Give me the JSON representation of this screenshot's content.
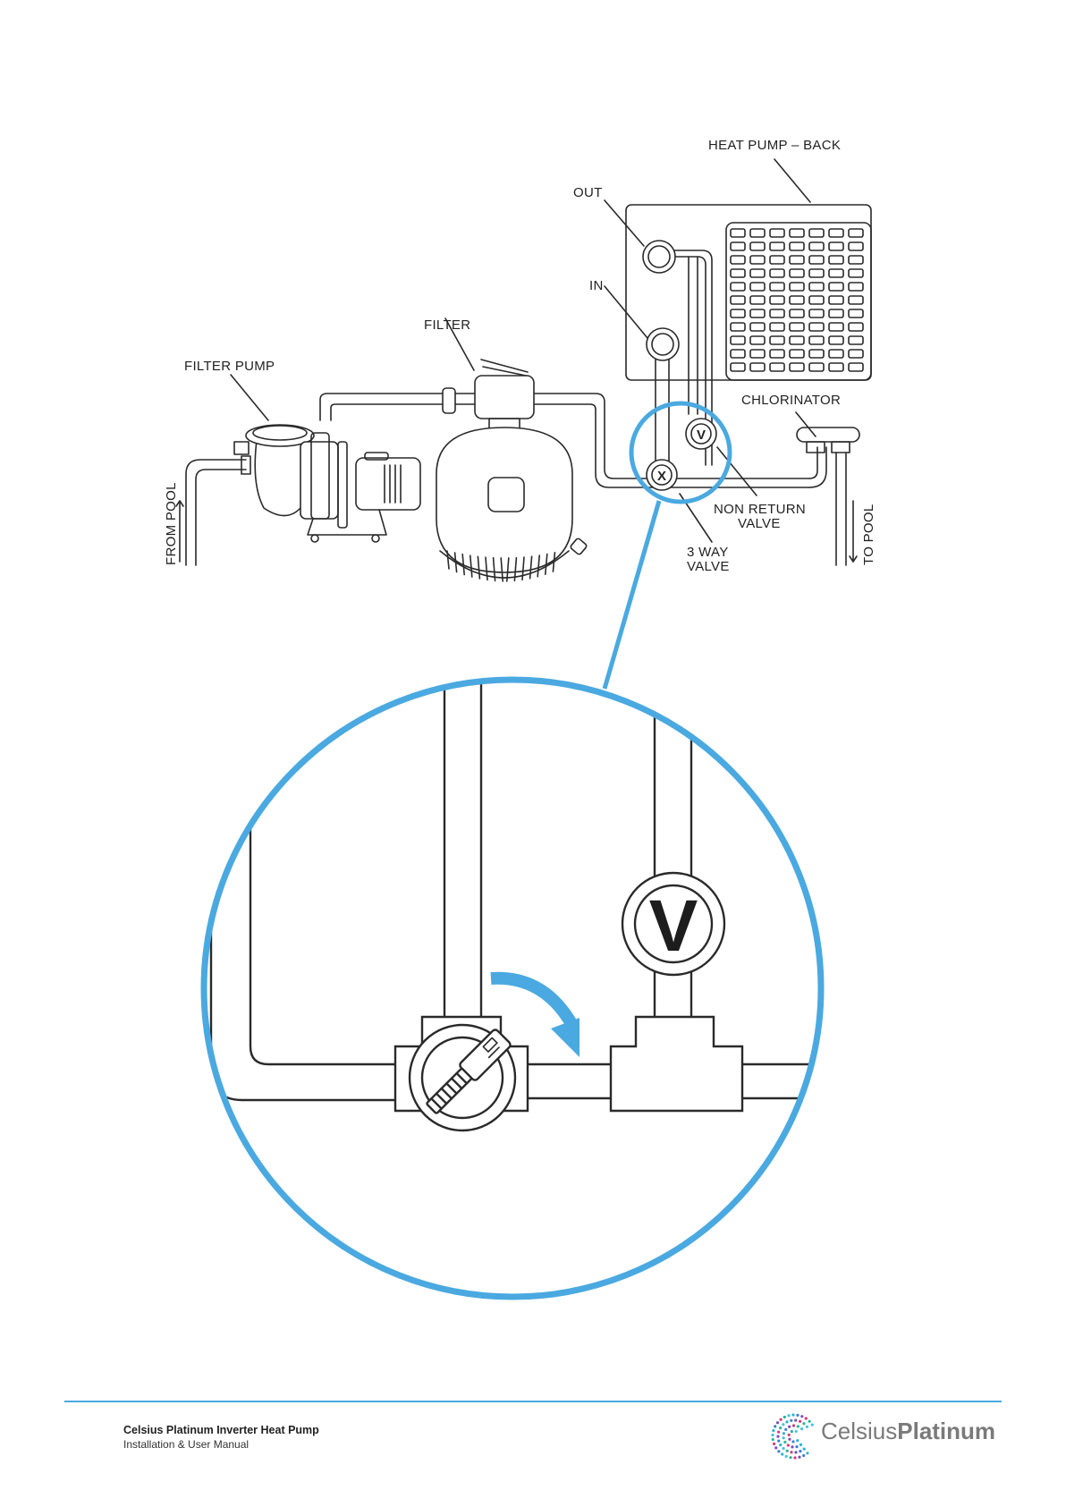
{
  "labels": {
    "heat_pump_back": "HEAT PUMP – BACK",
    "out": "OUT",
    "in": "IN",
    "filter": "FILTER",
    "filter_pump": "FILTER PUMP",
    "chlorinator": "CHLORINATOR",
    "non_return_valve_line1": "NON RETURN",
    "non_return_valve_line2": "VALVE",
    "three_way_valve_line1": "3 WAY",
    "three_way_valve_line2": "VALVE",
    "from_pool": "FROM POOL",
    "to_pool": "TO POOL",
    "valve_v": "V",
    "valve_x": "X"
  },
  "footer": {
    "title": "Celsius Platinum Inverter Heat Pump",
    "subtitle": "Installation & User Manual",
    "brand_light": "Celsius",
    "brand_bold": "Platinum"
  },
  "colors": {
    "accent_blue": "#4aa9e0",
    "line": "#2a2a2a",
    "logo_grey": "#7a7a7a"
  }
}
